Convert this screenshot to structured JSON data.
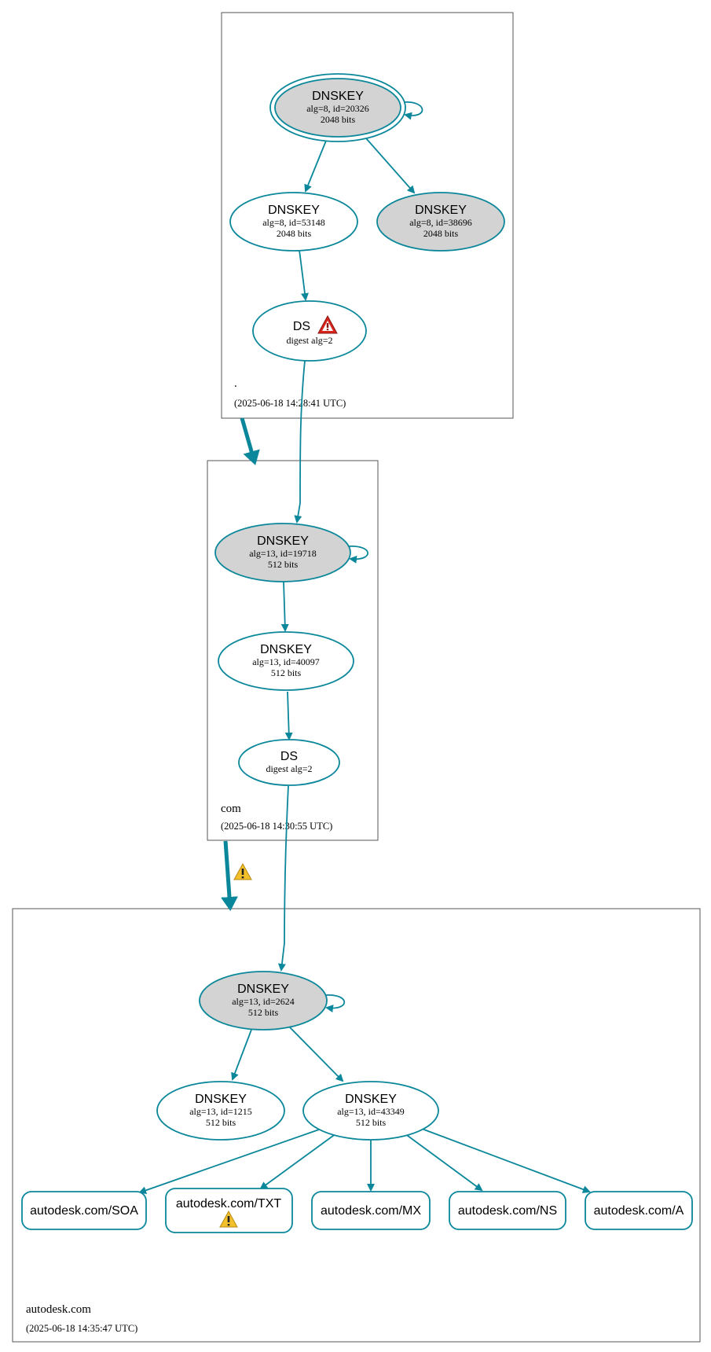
{
  "zones": {
    "root": {
      "name": ".",
      "time": "(2025-06-18 14:28:41 UTC)"
    },
    "com": {
      "name": "com",
      "time": "(2025-06-18 14:30:55 UTC)"
    },
    "autodesk": {
      "name": "autodesk.com",
      "time": "(2025-06-18 14:35:47 UTC)"
    }
  },
  "nodes": {
    "root_ksk": {
      "title": "DNSKEY",
      "l1": "alg=8, id=20326",
      "l2": "2048 bits"
    },
    "root_zsk": {
      "title": "DNSKEY",
      "l1": "alg=8, id=53148",
      "l2": "2048 bits"
    },
    "root_key3": {
      "title": "DNSKEY",
      "l1": "alg=8, id=38696",
      "l2": "2048 bits"
    },
    "root_ds": {
      "title": "DS",
      "l1": "digest alg=2"
    },
    "com_ksk": {
      "title": "DNSKEY",
      "l1": "alg=13, id=19718",
      "l2": "512 bits"
    },
    "com_zsk": {
      "title": "DNSKEY",
      "l1": "alg=13, id=40097",
      "l2": "512 bits"
    },
    "com_ds": {
      "title": "DS",
      "l1": "digest alg=2"
    },
    "ad_ksk": {
      "title": "DNSKEY",
      "l1": "alg=13, id=2624",
      "l2": "512 bits"
    },
    "ad_k1215": {
      "title": "DNSKEY",
      "l1": "alg=13, id=1215",
      "l2": "512 bits"
    },
    "ad_zsk": {
      "title": "DNSKEY",
      "l1": "alg=13, id=43349",
      "l2": "512 bits"
    }
  },
  "records": {
    "soa": "autodesk.com/SOA",
    "txt": "autodesk.com/TXT",
    "mx": "autodesk.com/MX",
    "ns": "autodesk.com/NS",
    "a": "autodesk.com/A"
  },
  "colors": {
    "edge": "#0a879a",
    "grey_fill": "#d3d3d3",
    "zone_border": "#555555",
    "error_red": "#d9251d",
    "warning_yellow": "#f2c02a"
  }
}
